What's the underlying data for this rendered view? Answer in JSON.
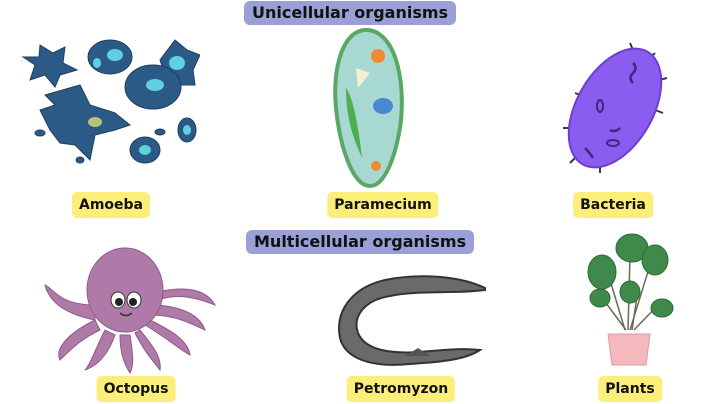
{
  "sections": {
    "unicellular": {
      "title": "Unicellular organisms",
      "organisms": [
        {
          "label": "Amoeba",
          "color": "#2c5a86"
        },
        {
          "label": "Paramecium",
          "color": "#a8d8d2"
        },
        {
          "label": "Bacteria",
          "color": "#8a5cf0"
        }
      ]
    },
    "multicellular": {
      "title": "Multicellular organisms",
      "organisms": [
        {
          "label": "Octopus",
          "color": "#b07aa8"
        },
        {
          "label": "Petromyzon",
          "color": "#555555"
        },
        {
          "label": "Plants",
          "color": "#3f8a4a"
        }
      ]
    }
  },
  "colors": {
    "header_bg": "#9aa0d6",
    "label_bg": "#fbee7a"
  }
}
